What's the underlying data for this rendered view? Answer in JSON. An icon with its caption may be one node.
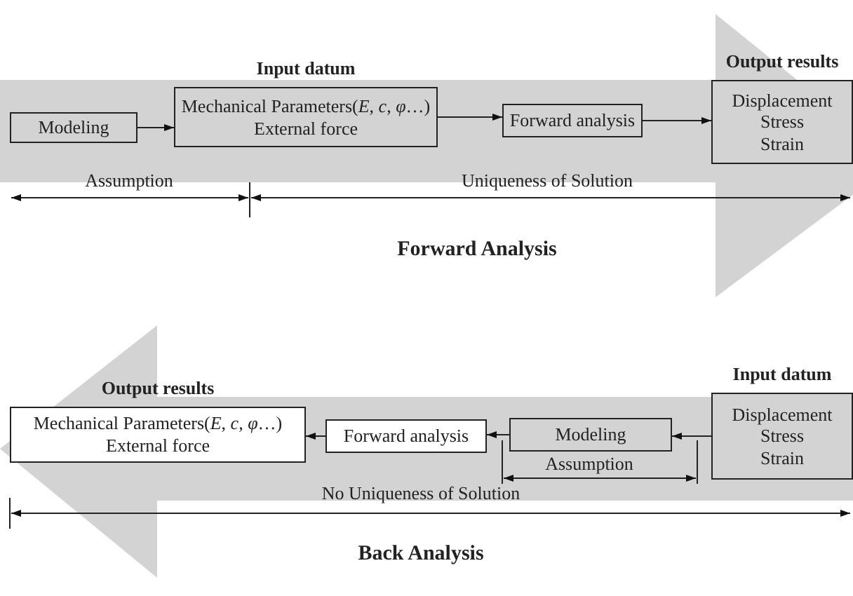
{
  "diagram": {
    "nodes": [
      {
        "text": [
          "Modeling"
        ]
      },
      {
        "text": [
          "Input datum",
          "Mechanical Parameters(*E*, *c*, *φ*…)",
          "External force"
        ]
      },
      {
        "text": [
          "Forward analysis"
        ]
      },
      {
        "text": [
          "Output results",
          "Displacement",
          "Stress",
          "Strain"
        ]
      },
      {
        "text": [
          "Output results",
          "Mechanical Parameters(*E*, *c*, *φ*…)",
          "External force"
        ]
      },
      {
        "text": [
          "Forward analysis"
        ]
      },
      {
        "text": [
          "Modeling"
        ]
      },
      {
        "text": [
          "Input datum",
          "Displacement",
          "Stress",
          "Strain"
        ]
      }
    ],
    "edges": [
      {
        "from": 0,
        "to": 1,
        "arrow": "to"
      },
      {
        "from": 1,
        "to": 2,
        "arrow": "to"
      },
      {
        "from": 2,
        "to": 3,
        "arrow": "to"
      },
      {
        "from": 7,
        "to": 6,
        "arrow": "to"
      },
      {
        "from": 6,
        "to": 5,
        "arrow": "to"
      },
      {
        "from": 5,
        "to": 4,
        "arrow": "to"
      }
    ],
    "labels": [
      "Assumption",
      "Uniqueness of Solution",
      "Forward Analysis",
      "Assumption",
      "No Uniqueness of Solution",
      "Back Analysis"
    ]
  }
}
